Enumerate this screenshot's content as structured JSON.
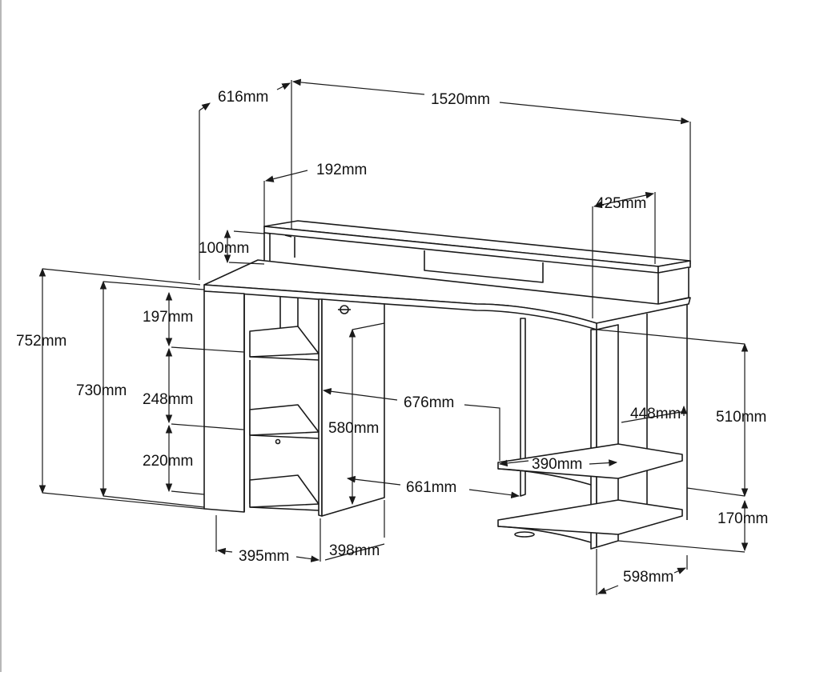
{
  "colors": {
    "line": "#1a1a1a",
    "background": "#ffffff"
  },
  "dimensions": {
    "depth_overall": "616mm",
    "width_overall": "1520mm",
    "shelf_depth": "192mm",
    "shelf_height": "100mm",
    "right_unit_width": "425mm",
    "overall_height": "752mm",
    "desk_height": "730mm",
    "left_gap_top": "197mm",
    "left_gap_middle": "248mm",
    "left_gap_bottom": "220mm",
    "knee_width_top": "676mm",
    "inner_height": "580mm",
    "right_side_depth": "448mm",
    "right_height": "510mm",
    "right_shelf_width": "390mm",
    "knee_width_bottom": "661mm",
    "bottom_shelf_height": "170mm",
    "left_unit_width": "395mm",
    "left_unit_depth": "398mm",
    "right_base_width": "598mm"
  }
}
